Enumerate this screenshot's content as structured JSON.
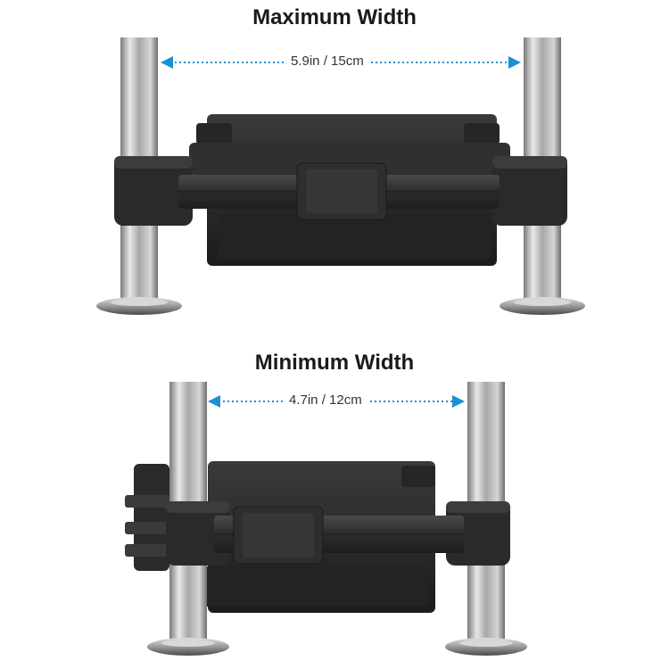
{
  "top": {
    "heading": "Maximum Width",
    "measurement": "5.9in / 15cm"
  },
  "bottom": {
    "heading": "Minimum Width",
    "measurement": "4.7in / 12cm"
  },
  "colors": {
    "arrow": "#1a8fd6",
    "clamp_body": "#2b2b2b",
    "rail": "#b8b8b8"
  }
}
